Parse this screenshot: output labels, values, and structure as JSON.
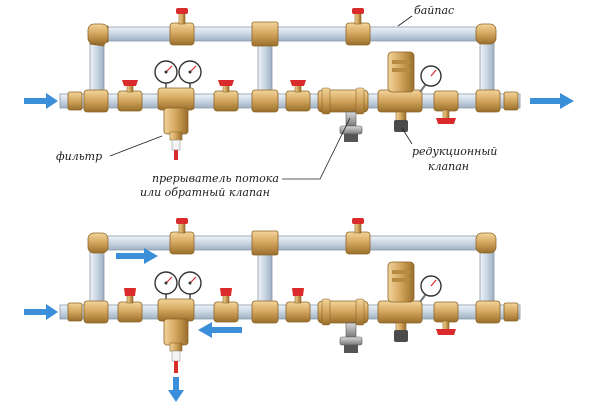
{
  "labels": {
    "bypass": "байпас",
    "filter": "фильтр",
    "flow_breaker_line1": "прерыватель потока",
    "flow_breaker_line2": "или обратный клапан",
    "reducer_line1": "редукционный",
    "reducer_line2": "клапан"
  },
  "colors": {
    "pipe": "#c9d6e3",
    "pipe_edge": "#8a9aaa",
    "brass": "#c89b55",
    "brass_dark": "#8a6426",
    "valve_handle": "#d92b2b",
    "arrow": "#3b8fd8",
    "gauge_face": "#ffffff"
  },
  "icons": [
    "arrow-right-icon",
    "arrow-left-icon",
    "arrow-down-icon",
    "pressure-gauge-icon",
    "ball-valve-icon"
  ]
}
